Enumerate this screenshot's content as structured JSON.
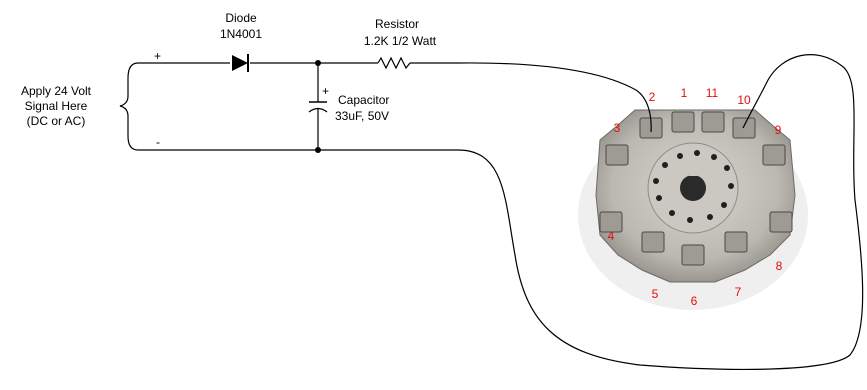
{
  "input_label": {
    "line1": "Apply 24 Volt",
    "line2": "Signal Here",
    "line3": "(DC or AC)"
  },
  "terminals": {
    "plus": "+",
    "minus": "-"
  },
  "diode": {
    "name": "Diode",
    "part": "1N4001"
  },
  "resistor": {
    "name": "Resistor",
    "value": "1.2K  1/2 Watt"
  },
  "capacitor": {
    "polarity": "+",
    "name": "Capacitor",
    "value": "33uF, 50V"
  },
  "socket": {
    "pins": [
      "2",
      "1",
      "11",
      "10",
      "3",
      "9",
      "4",
      "8",
      "5",
      "6",
      "7"
    ]
  },
  "colors": {
    "wire": "#000000",
    "pin_label": "#e01010",
    "socket_body": "#bfbcb5"
  }
}
